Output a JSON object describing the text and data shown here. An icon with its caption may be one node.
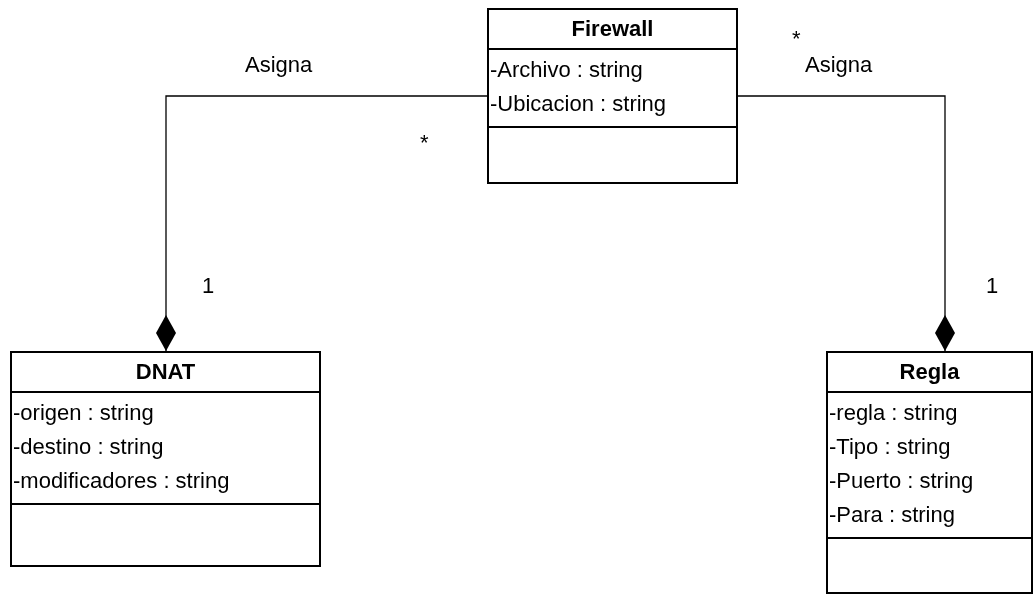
{
  "diagram": {
    "nodes": [
      {
        "text": [
          "Firewall",
          "-Archivo : string",
          "-Ubicacion : string"
        ]
      },
      {
        "text": [
          "DNAT",
          "-origen : string",
          "-destino : string",
          "-modificadores : string"
        ]
      },
      {
        "text": [
          "Regla",
          "-regla : string",
          "-Tipo : string",
          "-Puerto : string",
          "-Para : string"
        ]
      }
    ],
    "edges": [
      {
        "from": 0,
        "to": 1,
        "arrow": "other",
        "label": "Asigna"
      },
      {
        "from": 0,
        "to": 2,
        "arrow": "other",
        "label": "Asigna"
      }
    ],
    "labels": [
      "*",
      "*",
      "1",
      "1"
    ]
  }
}
